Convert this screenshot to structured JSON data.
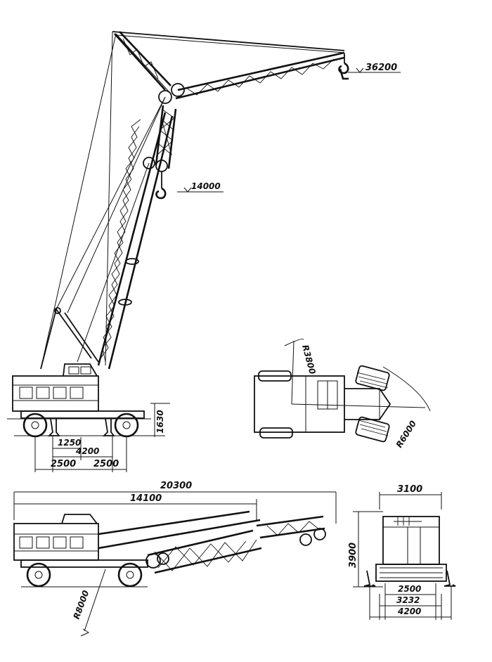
{
  "side_view": {
    "hook_height_main": "36200",
    "hook_height_aux": "14000",
    "outrigger_height": "1630",
    "dim_1250": "1250",
    "dim_4200": "4200",
    "dim_2500_left": "2500",
    "dim_2500_right": "2500"
  },
  "plan_view": {
    "radius_small": "R3800",
    "radius_large": "R6000"
  },
  "transport_view": {
    "overall_length": "20300",
    "length_to_jib": "14100",
    "turning_radius": "R8000"
  },
  "front_view": {
    "width_top": "3100",
    "height": "3900",
    "track_2500": "2500",
    "track_3232": "3232",
    "outrigger_base": "4200"
  }
}
